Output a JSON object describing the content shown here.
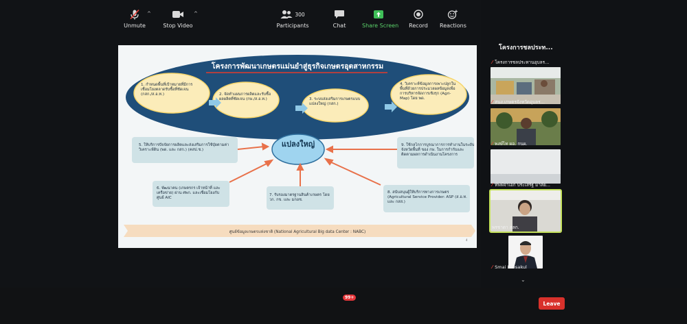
{
  "slide": {
    "title": "โครงการพัฒนาเกษตรแม่นยำสู่ธุรกิจเกษตรอุตสาหกรรม",
    "steps": [
      "1. กำหนดพื้นที่เป้าหมายที่มีการเชื่อมโยงตลาดรับซื้อที่ชัดเจน (กสก./ส.อ.ท.)",
      "2. จัดทำแผนการผลิตและรับซื้อผลผลิตที่ชัดเจน (กษ./ส.อ.ท.)",
      "3. ระบบส่งเสริมการเกษตรแบบแปลงใหญ่ (กสก.)",
      "4. วิเคราะห์ข้อมูลการเพาะปลูกในพื้นที่ด้วยการประมวลผลข้อมูลเพื่อการบริหารจัดการเชิงรุก (Agri-Map) โดย พด."
    ],
    "center_label": "แปลงใหญ่",
    "boxes": {
      "b5": "5. ให้บริการปัจจัยการผลิตและส่งเสริมการใช้ปุ๋ยตามค่าวิเคราะห์ดิน (พด. และ กสก.) (คสป.ช.)",
      "b9": "9. ใช้กลไกการบูรณาการการทำงานในระดับจังหวัดพื้นที่ ของ กษ. ในการกำกับและติดตามผลการดำเนินงานโครงการ",
      "b6": "6. พัฒนาคน (เกษตรกร เจ้าหน้าที่ และเครือข่าย) ผ่าน ศพก. และเชื่อมโยงกับศูนย์ AIC",
      "b7": "7. รับรองมาตรฐานสินค้าเกษตร โดย วก. กข. และ มกอช.",
      "b8": "8. สนับสนุนผู้ให้บริการทางการเกษตร (Agricultural Service Provider: ASP (ส.อ.ท. และ กสส.)"
    },
    "footer": "ศูนย์ข้อมูลเกษตรแห่งชาติ (National Agricultural Big data Center : NABC)",
    "page_number": "4"
  },
  "panel": {
    "title": "โครงการชลประท...",
    "participants": [
      "โครงการชลประทานอุบลร...",
      "สนง.เกษตรจังหวัดอุบลร...",
      "พงษ์ไท ผอ. กนผ.",
      "ทัพพ์จาเอก ประเสริฐ มาลัย...",
      "พรชาดา สลก.",
      "Smai Leesakul"
    ]
  },
  "toolbar": {
    "unmute": "Unmute",
    "stop_video": "Stop Video",
    "participants_count": "300",
    "participants": "Participants",
    "chat": "Chat",
    "chat_badge": "99+",
    "share_screen": "Share Screen",
    "record": "Record",
    "reactions": "Reactions",
    "leave": "Leave"
  },
  "colors": {
    "ellipse": "#1f4e79",
    "leave": "#d8312b",
    "share": "#5bd16a",
    "box": "#cfe2e6",
    "arrow": "#e8714a"
  }
}
